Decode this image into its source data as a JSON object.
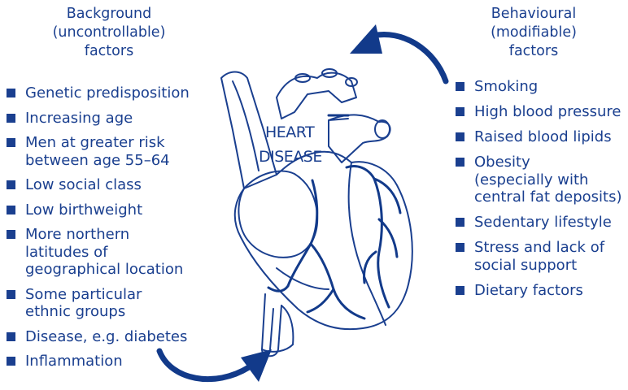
{
  "background": {
    "heading": [
      "Background",
      "(uncontrollable)",
      "factors"
    ],
    "items": [
      {
        "lines": [
          "Genetic predisposition"
        ]
      },
      {
        "lines": [
          "Increasing age"
        ]
      },
      {
        "lines": [
          "Men at greater risk",
          "between age 55–64"
        ]
      },
      {
        "lines": [
          "Low social class"
        ]
      },
      {
        "lines": [
          "Low birthweight"
        ]
      },
      {
        "lines": [
          "More northern",
          "latitudes of",
          "geographical location"
        ]
      },
      {
        "lines": [
          "Some particular",
          "ethnic groups"
        ]
      },
      {
        "lines": [
          "Disease, e.g. diabetes"
        ]
      },
      {
        "lines": [
          "Inflammation"
        ]
      }
    ]
  },
  "behavioural": {
    "heading": [
      "Behavioural",
      "(modifiable)",
      "factors"
    ],
    "items": [
      {
        "lines": [
          "Smoking"
        ]
      },
      {
        "lines": [
          "High blood pressure"
        ]
      },
      {
        "lines": [
          "Raised blood lipids"
        ]
      },
      {
        "lines": [
          "Obesity",
          "(especially with",
          "central fat deposits)"
        ]
      },
      {
        "lines": [
          "Sedentary lifestyle"
        ]
      },
      {
        "lines": [
          "Stress and lack of",
          "social support"
        ]
      },
      {
        "lines": [
          "Dietary factors"
        ]
      }
    ]
  },
  "heart": {
    "label_line1": "HEART",
    "label_line2": "DISEASE"
  },
  "colors": {
    "text": "#1a3f8f",
    "outline": "#1a3f8f",
    "arrow": "#123a8a"
  },
  "icons": {
    "bullet": "square-bullet-icon",
    "arrow_top": "curved-arrow-icon",
    "arrow_bottom": "curved-arrow-icon",
    "heart": "heart-illustration"
  }
}
